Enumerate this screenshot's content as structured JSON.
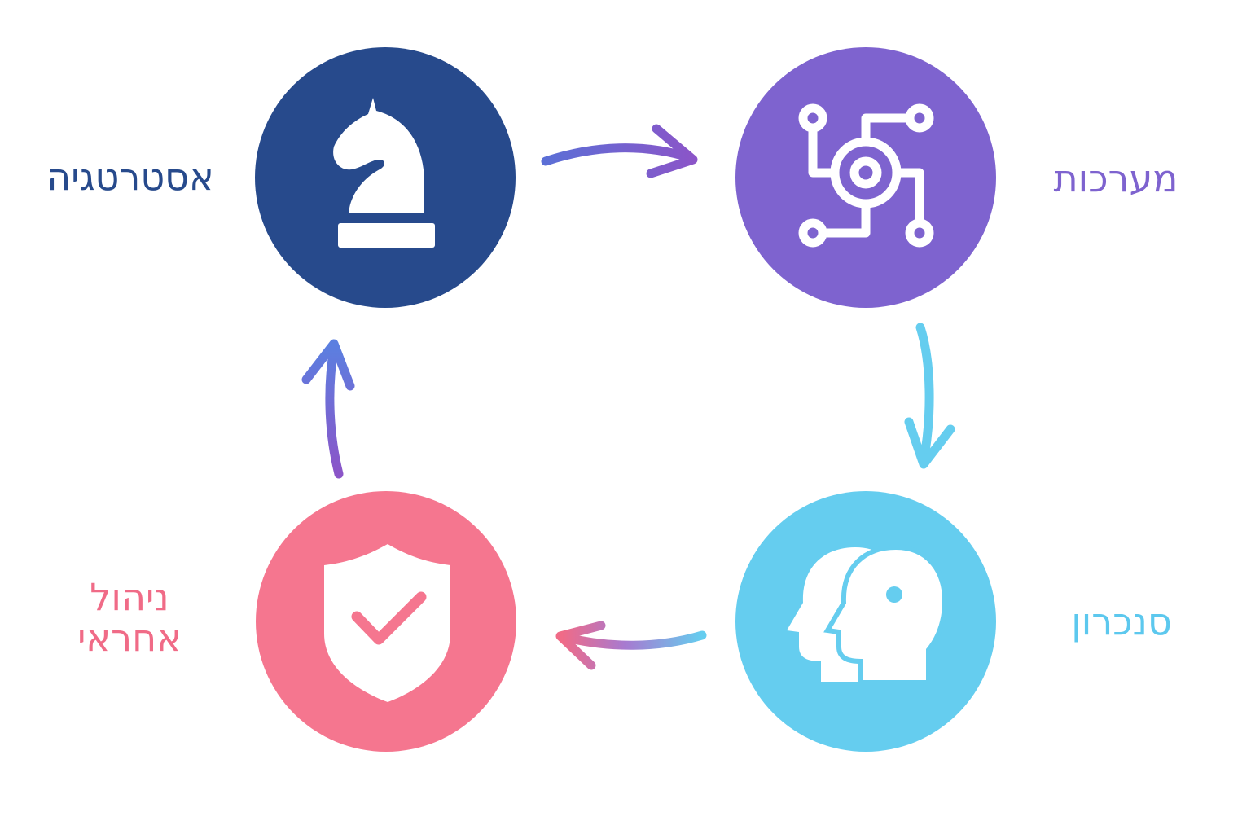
{
  "nodes": {
    "strategy": {
      "label": "אסטרטגיה",
      "color": "#274a8c",
      "text_color": "#274a8c",
      "icon": "chess-knight-icon"
    },
    "systems": {
      "label": "מערכות",
      "color": "#7e63cf",
      "text_color": "#7e63cf",
      "icon": "circuit-network-icon"
    },
    "sync": {
      "label": "סנכרון",
      "color": "#65cdef",
      "text_color": "#5cc8ee",
      "icon": "heads-gear-icon"
    },
    "risk": {
      "label_line1": "ניהול",
      "label_line2": "אחראי",
      "color": "#f5768f",
      "text_color": "#f06b87",
      "icon": "shield-check-icon"
    }
  },
  "arrows": {
    "strategy_to_systems": {
      "from": "#5b6fd6",
      "to": "#8b55c8"
    },
    "systems_to_sync": {
      "from": "#65cdef",
      "to": "#65cdef"
    },
    "sync_to_risk": {
      "from": "#65cdef",
      "to": "#f06b87"
    },
    "risk_to_strategy": {
      "from": "#8b55c8",
      "to": "#5b7fe0"
    }
  }
}
